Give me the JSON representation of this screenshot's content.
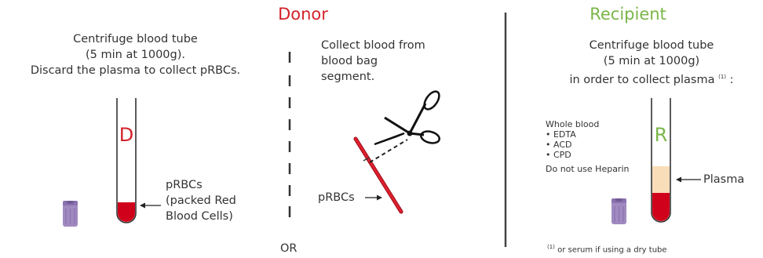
{
  "donor": {
    "title": "Donor",
    "left_instructions": [
      "Centrifuge blood tube",
      "(5 min at 1000g).",
      "Discard the plasma to collect pRBCs."
    ],
    "tube_letter": "D",
    "prbc_label": [
      "pRBCs",
      "(packed Red",
      "Blood Cells)"
    ],
    "right_instructions": [
      "Collect blood from",
      "blood bag",
      "segment."
    ],
    "segment_label": "pRBCs",
    "or_label": "OR"
  },
  "recipient": {
    "title": "Recipient",
    "instructions": [
      "Centrifuge blood tube",
      "(5 min at 1000g)",
      "in order to collect plasma"
    ],
    "instruction_footnote_mark": "(1)",
    "instruction_suffix": " :",
    "tube_letter": "R",
    "whole_blood_label": "Whole blood",
    "anticoagulants": [
      "• EDTA",
      "• ACD",
      "• CPD"
    ],
    "warning": "Do not use Heparin",
    "plasma_label": "Plasma",
    "footnote_mark": "(1)",
    "footnote_text": " or serum if using a dry tube"
  },
  "colors": {
    "donor_red": "#d2232a",
    "recipient_green": "#7ab648",
    "blood": "#d0021b",
    "plasma": "#f9dcb8",
    "cap_purple": "#a08ac0"
  },
  "icons": [
    "blood-tube-icon",
    "tube-cap-icon",
    "scissors-icon",
    "blood-segment-icon",
    "arrow-left-icon"
  ]
}
